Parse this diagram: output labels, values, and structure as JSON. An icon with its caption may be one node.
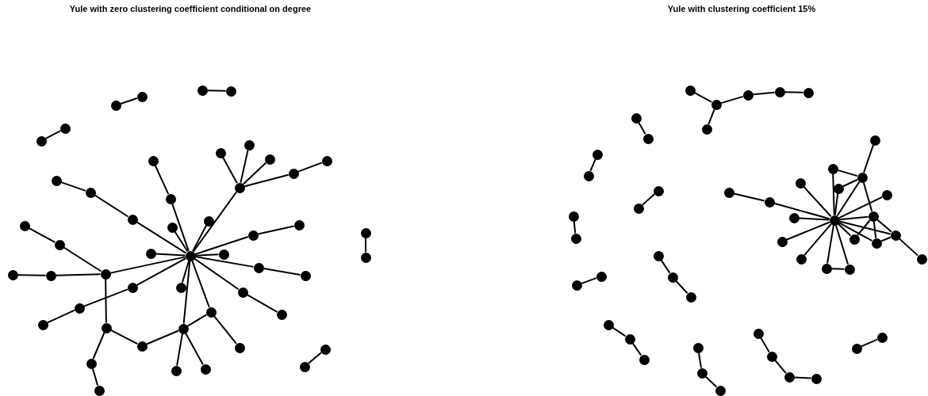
{
  "diagram": {
    "nodes": [
      {
        "text": [],
        "shape": "circle"
      },
      {
        "text": [],
        "shape": "circle"
      },
      {
        "text": [],
        "shape": "circle"
      },
      {
        "text": [],
        "shape": "circle"
      },
      {
        "text": [],
        "shape": "circle"
      },
      {
        "text": [],
        "shape": "circle"
      },
      {
        "text": [],
        "shape": "circle"
      },
      {
        "text": [],
        "shape": "circle"
      },
      {
        "text": [],
        "shape": "circle"
      },
      {
        "text": [],
        "shape": "circle"
      },
      {
        "text": [],
        "shape": "circle"
      },
      {
        "text": [],
        "shape": "circle"
      },
      {
        "text": [],
        "shape": "circle"
      },
      {
        "text": [],
        "shape": "circle"
      },
      {
        "text": [],
        "shape": "circle"
      },
      {
        "text": [],
        "shape": "circle"
      },
      {
        "text": [],
        "shape": "circle"
      },
      {
        "text": [],
        "shape": "circle"
      },
      {
        "text": [],
        "shape": "circle"
      },
      {
        "text": [],
        "shape": "circle"
      },
      {
        "text": [],
        "shape": "circle"
      },
      {
        "text": [],
        "shape": "circle"
      },
      {
        "text": [],
        "shape": "circle"
      },
      {
        "text": [],
        "shape": "circle"
      },
      {
        "text": [],
        "shape": "circle"
      },
      {
        "text": [],
        "shape": "circle"
      },
      {
        "text": [],
        "shape": "circle"
      },
      {
        "text": [],
        "shape": "circle"
      },
      {
        "text": [],
        "shape": "circle"
      },
      {
        "text": [],
        "shape": "circle"
      },
      {
        "text": [],
        "shape": "circle"
      },
      {
        "text": [],
        "shape": "circle"
      },
      {
        "text": [],
        "shape": "circle"
      },
      {
        "text": [],
        "shape": "circle"
      },
      {
        "text": [],
        "shape": "circle"
      },
      {
        "text": [],
        "shape": "circle"
      },
      {
        "text": [],
        "shape": "circle"
      },
      {
        "text": [],
        "shape": "circle"
      },
      {
        "text": [],
        "shape": "circle"
      },
      {
        "text": [],
        "shape": "circle"
      },
      {
        "text": [],
        "shape": "circle"
      },
      {
        "text": [],
        "shape": "circle"
      },
      {
        "text": [],
        "shape": "circle"
      },
      {
        "text": [],
        "shape": "circle"
      },
      {
        "text": [],
        "shape": "circle"
      },
      {
        "text": [],
        "shape": "circle"
      },
      {
        "text": [],
        "shape": "circle"
      },
      {
        "text": [],
        "shape": "circle"
      },
      {
        "text": [],
        "shape": "circle"
      },
      {
        "text": [],
        "shape": "circle"
      },
      {
        "text": [],
        "shape": "circle"
      },
      {
        "text": [],
        "shape": "circle"
      },
      {
        "text": [],
        "shape": "circle"
      },
      {
        "text": [],
        "shape": "circle"
      },
      {
        "text": [],
        "shape": "circle"
      },
      {
        "text": [],
        "shape": "circle"
      },
      {
        "text": [],
        "shape": "circle"
      },
      {
        "text": [],
        "shape": "circle"
      },
      {
        "text": [],
        "shape": "circle"
      },
      {
        "text": [],
        "shape": "circle"
      },
      {
        "text": [],
        "shape": "circle"
      },
      {
        "text": [],
        "shape": "circle"
      },
      {
        "text": [],
        "shape": "circle"
      },
      {
        "text": [],
        "shape": "circle"
      },
      {
        "text": [],
        "shape": "circle"
      },
      {
        "text": [],
        "shape": "circle"
      },
      {
        "text": [],
        "shape": "circle"
      },
      {
        "text": [],
        "shape": "circle"
      },
      {
        "text": [],
        "shape": "circle"
      },
      {
        "text": [],
        "shape": "circle"
      },
      {
        "text": [],
        "shape": "circle"
      },
      {
        "text": [],
        "shape": "circle"
      },
      {
        "text": [],
        "shape": "circle"
      },
      {
        "text": [],
        "shape": "circle"
      },
      {
        "text": [],
        "shape": "circle"
      },
      {
        "text": [],
        "shape": "circle"
      },
      {
        "text": [],
        "shape": "circle"
      },
      {
        "text": [],
        "shape": "circle"
      },
      {
        "text": [],
        "shape": "circle"
      },
      {
        "text": [],
        "shape": "circle"
      },
      {
        "text": [],
        "shape": "circle"
      },
      {
        "text": [],
        "shape": "circle"
      },
      {
        "text": [],
        "shape": "circle"
      },
      {
        "text": [],
        "shape": "circle"
      },
      {
        "text": [],
        "shape": "circle"
      },
      {
        "text": [],
        "shape": "circle"
      },
      {
        "text": [],
        "shape": "circle"
      },
      {
        "text": [],
        "shape": "circle"
      },
      {
        "text": [],
        "shape": "circle"
      },
      {
        "text": [],
        "shape": "circle"
      },
      {
        "text": [],
        "shape": "circle"
      },
      {
        "text": [],
        "shape": "circle"
      },
      {
        "text": [],
        "shape": "circle"
      },
      {
        "text": [],
        "shape": "circle"
      },
      {
        "text": [],
        "shape": "circle"
      },
      {
        "text": [],
        "shape": "circle"
      },
      {
        "text": [],
        "shape": "circle"
      },
      {
        "text": [],
        "shape": "circle"
      },
      {
        "text": [],
        "shape": "circle"
      },
      {
        "text": [],
        "shape": "circle"
      }
    ],
    "edges": [
      {
        "from": 0,
        "to": 1,
        "arrow": "none"
      },
      {
        "from": 2,
        "to": 3,
        "arrow": "none"
      },
      {
        "from": 4,
        "to": 5,
        "arrow": "none"
      },
      {
        "from": 7,
        "to": 8,
        "arrow": "none"
      },
      {
        "from": 8,
        "to": 6,
        "arrow": "none"
      },
      {
        "from": 6,
        "to": 9,
        "arrow": "none"
      },
      {
        "from": 10,
        "to": 9,
        "arrow": "none"
      },
      {
        "from": 11,
        "to": 9,
        "arrow": "none"
      },
      {
        "from": 12,
        "to": 9,
        "arrow": "none"
      },
      {
        "from": 13,
        "to": 9,
        "arrow": "none"
      },
      {
        "from": 14,
        "to": 13,
        "arrow": "none"
      },
      {
        "from": 15,
        "to": 16,
        "arrow": "none"
      },
      {
        "from": 16,
        "to": 17,
        "arrow": "none"
      },
      {
        "from": 17,
        "to": 6,
        "arrow": "none"
      },
      {
        "from": 18,
        "to": 6,
        "arrow": "none"
      },
      {
        "from": 19,
        "to": 6,
        "arrow": "none"
      },
      {
        "from": 20,
        "to": 6,
        "arrow": "none"
      },
      {
        "from": 21,
        "to": 20,
        "arrow": "none"
      },
      {
        "from": 22,
        "to": 6,
        "arrow": "none"
      },
      {
        "from": 23,
        "to": 6,
        "arrow": "none"
      },
      {
        "from": 24,
        "to": 6,
        "arrow": "none"
      },
      {
        "from": 25,
        "to": 26,
        "arrow": "none"
      },
      {
        "from": 26,
        "to": 24,
        "arrow": "none"
      },
      {
        "from": 27,
        "to": 28,
        "arrow": "none"
      },
      {
        "from": 28,
        "to": 24,
        "arrow": "none"
      },
      {
        "from": 29,
        "to": 6,
        "arrow": "none"
      },
      {
        "from": 30,
        "to": 29,
        "arrow": "none"
      },
      {
        "from": 31,
        "to": 6,
        "arrow": "none"
      },
      {
        "from": 32,
        "to": 31,
        "arrow": "none"
      },
      {
        "from": 33,
        "to": 32,
        "arrow": "none"
      },
      {
        "from": 34,
        "to": 6,
        "arrow": "none"
      },
      {
        "from": 35,
        "to": 6,
        "arrow": "none"
      },
      {
        "from": 36,
        "to": 35,
        "arrow": "none"
      },
      {
        "from": 37,
        "to": 6,
        "arrow": "none"
      },
      {
        "from": 38,
        "to": 37,
        "arrow": "none"
      },
      {
        "from": 39,
        "to": 6,
        "arrow": "none"
      },
      {
        "from": 37,
        "to": 39,
        "arrow": "none"
      },
      {
        "from": 40,
        "to": 24,
        "arrow": "none"
      },
      {
        "from": 41,
        "to": 40,
        "arrow": "none"
      },
      {
        "from": 41,
        "to": 39,
        "arrow": "none"
      },
      {
        "from": 42,
        "to": 39,
        "arrow": "none"
      },
      {
        "from": 43,
        "to": 39,
        "arrow": "none"
      },
      {
        "from": 44,
        "to": 40,
        "arrow": "none"
      },
      {
        "from": 45,
        "to": 44,
        "arrow": "none"
      },
      {
        "from": 46,
        "to": 47,
        "arrow": "none"
      },
      {
        "from": 48,
        "to": 49,
        "arrow": "none"
      },
      {
        "from": 50,
        "to": 51,
        "arrow": "none"
      },
      {
        "from": 51,
        "to": 52,
        "arrow": "none"
      },
      {
        "from": 52,
        "to": 53,
        "arrow": "none"
      },
      {
        "from": 53,
        "to": 54,
        "arrow": "none"
      },
      {
        "from": 51,
        "to": 55,
        "arrow": "none"
      },
      {
        "from": 56,
        "to": 57,
        "arrow": "none"
      },
      {
        "from": 58,
        "to": 59,
        "arrow": "none"
      },
      {
        "from": 60,
        "to": 61,
        "arrow": "none"
      },
      {
        "from": 62,
        "to": 63,
        "arrow": "none"
      },
      {
        "from": 64,
        "to": 65,
        "arrow": "none"
      },
      {
        "from": 66,
        "to": 67,
        "arrow": "none"
      },
      {
        "from": 67,
        "to": 68,
        "arrow": "none"
      },
      {
        "from": 69,
        "to": 70,
        "arrow": "none"
      },
      {
        "from": 70,
        "to": 71,
        "arrow": "none"
      },
      {
        "from": 72,
        "to": 73,
        "arrow": "none"
      },
      {
        "from": 73,
        "to": 74,
        "arrow": "none"
      },
      {
        "from": 75,
        "to": 76,
        "arrow": "none"
      },
      {
        "from": 76,
        "to": 77,
        "arrow": "none"
      },
      {
        "from": 77,
        "to": 78,
        "arrow": "none"
      },
      {
        "from": 79,
        "to": 80,
        "arrow": "none"
      },
      {
        "from": 81,
        "to": 82,
        "arrow": "none"
      },
      {
        "from": 82,
        "to": 99,
        "arrow": "none"
      },
      {
        "from": 83,
        "to": 99,
        "arrow": "none"
      },
      {
        "from": 84,
        "to": 99,
        "arrow": "none"
      },
      {
        "from": 85,
        "to": 99,
        "arrow": "none"
      },
      {
        "from": 86,
        "to": 99,
        "arrow": "none"
      },
      {
        "from": 87,
        "to": 99,
        "arrow": "none"
      },
      {
        "from": 88,
        "to": 99,
        "arrow": "none"
      },
      {
        "from": 87,
        "to": 88,
        "arrow": "none"
      },
      {
        "from": 89,
        "to": 99,
        "arrow": "none"
      },
      {
        "from": 89,
        "to": 90,
        "arrow": "none"
      },
      {
        "from": 91,
        "to": 90,
        "arrow": "none"
      },
      {
        "from": 91,
        "to": 99,
        "arrow": "none"
      },
      {
        "from": 90,
        "to": 99,
        "arrow": "none"
      },
      {
        "from": 90,
        "to": 92,
        "arrow": "none"
      },
      {
        "from": 90,
        "to": 93,
        "arrow": "none"
      },
      {
        "from": 93,
        "to": 96,
        "arrow": "none"
      },
      {
        "from": 94,
        "to": 99,
        "arrow": "none"
      },
      {
        "from": 93,
        "to": 99,
        "arrow": "none"
      },
      {
        "from": 95,
        "to": 93,
        "arrow": "none"
      },
      {
        "from": 95,
        "to": 99,
        "arrow": "none"
      },
      {
        "from": 95,
        "to": 96,
        "arrow": "none"
      },
      {
        "from": 95,
        "to": 97,
        "arrow": "none"
      },
      {
        "from": 98,
        "to": 99,
        "arrow": "none"
      },
      {
        "from": 98,
        "to": 93,
        "arrow": "none"
      },
      {
        "from": 96,
        "to": 99,
        "arrow": "none"
      }
    ],
    "labels": [
      "Yule with zero clustering coefficient conditional on degree",
      "Yule with clustering coefficient 15%"
    ]
  }
}
